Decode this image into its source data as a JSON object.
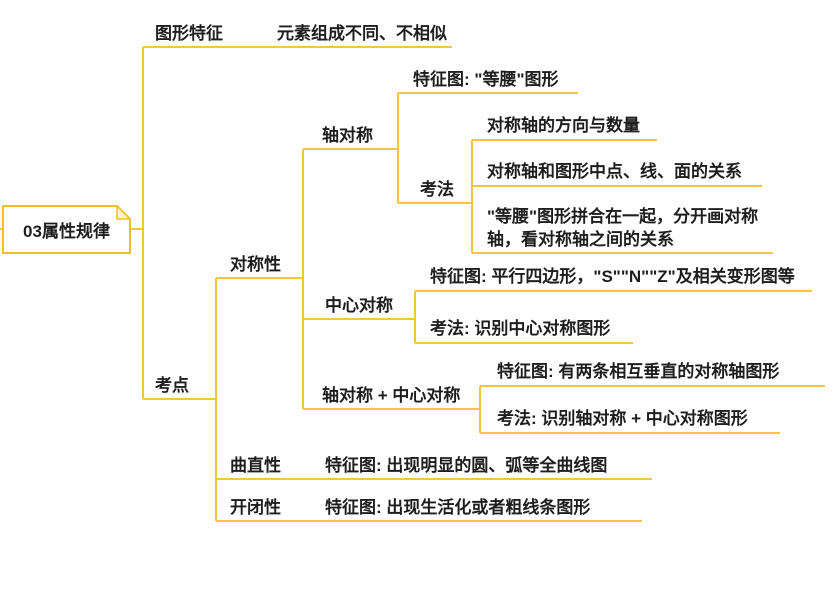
{
  "title": "03属性规律 思维导图",
  "colors": {
    "line": "#F6C344",
    "root_border": "#F2BE2A",
    "root_fill": "#FFFFFF",
    "fold_fill": "#FFF3CC",
    "text": "#1E1E1E",
    "background": "#FFFFFF"
  },
  "tree": {
    "root": {
      "label": "03属性规律"
    },
    "branches": [
      {
        "label": "图形特征",
        "children": [
          {
            "label": "元素组成不同、不相似"
          }
        ]
      },
      {
        "label": "考点",
        "children": [
          {
            "label": "对称性",
            "children": [
              {
                "label": "轴对称",
                "children": [
                  {
                    "label": "特征图: \"等腰\"图形"
                  },
                  {
                    "label": "考法",
                    "children": [
                      {
                        "label": "对称轴的方向与数量"
                      },
                      {
                        "label": "对称轴和图形中点、线、面的关系"
                      },
                      {
                        "label": "\"等腰\"图形拼合在一起，分开画对称轴，看对称轴之间的关系"
                      }
                    ]
                  }
                ]
              },
              {
                "label": "中心对称",
                "children": [
                  {
                    "label": "特征图: 平行四边形，\"S\"\"N\"\"Z\"及相关变形图等"
                  },
                  {
                    "label": "考法: 识别中心对称图形"
                  }
                ]
              },
              {
                "label": "轴对称 + 中心对称",
                "children": [
                  {
                    "label": "特征图: 有两条相互垂直的对称轴图形"
                  },
                  {
                    "label": "考法: 识别轴对称 + 中心对称图形"
                  }
                ]
              }
            ]
          },
          {
            "label": "曲直性",
            "children": [
              {
                "label": "特征图: 出现明显的圆、弧等全曲线图"
              }
            ]
          },
          {
            "label": "开闭性",
            "children": [
              {
                "label": "特征图: 出现生活化或者粗线条图形"
              }
            ]
          }
        ]
      }
    ]
  }
}
